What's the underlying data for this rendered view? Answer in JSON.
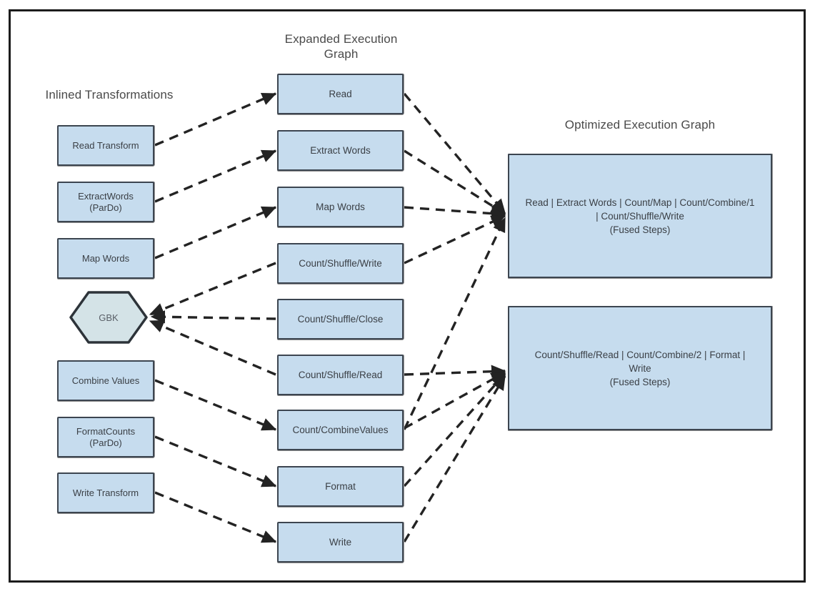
{
  "diagram": {
    "title_left": "Inlined Transformations",
    "title_middle": "Expanded Execution\nGraph",
    "title_right": "Optimized Execution Graph",
    "colors": {
      "node_fill": "#c6dcee",
      "node_border": "#3c4550",
      "gbk_fill": "#d4e3e7",
      "frame_border": "#1c1c1c",
      "text": "#3a3f45",
      "title_text": "#4a4a4a",
      "edge": "#232323"
    }
  },
  "left_column": {
    "heading": "Inlined Transformations",
    "nodes": [
      {
        "label": "Read Transform",
        "shape": "rect"
      },
      {
        "label": "ExtractWords\n(ParDo)",
        "shape": "rect"
      },
      {
        "label": "Map Words",
        "shape": "rect"
      },
      {
        "label": "GBK",
        "shape": "hexagon"
      },
      {
        "label": "Combine Values",
        "shape": "rect"
      },
      {
        "label": "FormatCounts\n(ParDo)",
        "shape": "rect"
      },
      {
        "label": "Write Transform",
        "shape": "rect"
      }
    ]
  },
  "middle_column": {
    "heading_line1": "Expanded Execution",
    "heading_line2": "Graph",
    "nodes": [
      {
        "label": "Read"
      },
      {
        "label": "Extract Words"
      },
      {
        "label": "Map Words"
      },
      {
        "label": "Count/Shuffle/Write"
      },
      {
        "label": "Count/Shuffle/Close"
      },
      {
        "label": "Count/Shuffle/Read"
      },
      {
        "label": "Count/CombineValues"
      },
      {
        "label": "Format"
      },
      {
        "label": "Write"
      }
    ]
  },
  "right_column": {
    "heading": "Optimized Execution Graph",
    "nodes": [
      {
        "line1": "Read | Extract Words | Count/Map | Count/Combine/1",
        "line2": "| Count/Shuffle/Write",
        "line3": "(Fused Steps)"
      },
      {
        "line1": "Count/Shuffle/Read | Count/Combine/2 | Format |",
        "line2": "Write",
        "line3": "(Fused Steps)"
      }
    ]
  }
}
